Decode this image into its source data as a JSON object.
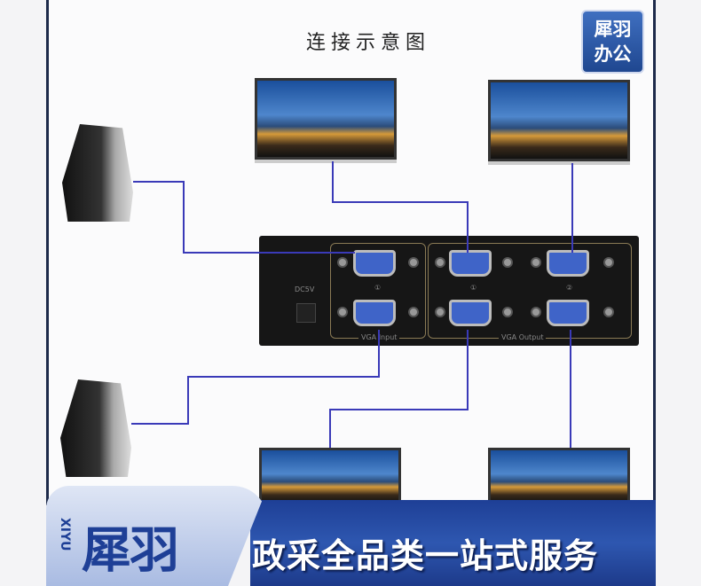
{
  "title": "连接示意图",
  "logo": {
    "line1": "犀羽",
    "line2": "办公"
  },
  "device": {
    "power_label": "DC5V",
    "input_label": "VGA Input",
    "output_label": "VGA Output",
    "port_numbers": [
      "①",
      "①",
      "②"
    ]
  },
  "banner": {
    "pinyin": "XIYU",
    "brand": "犀羽",
    "slogan": "政采全品类一站式服务"
  },
  "colors": {
    "cable": "#3a3ab8",
    "banner": "#1e3f96"
  }
}
